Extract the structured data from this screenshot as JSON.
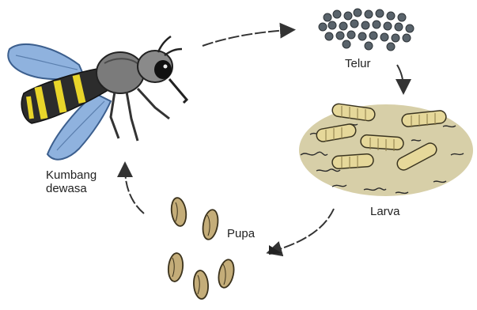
{
  "stages": {
    "egg": {
      "label": "Telur"
    },
    "larva": {
      "label": "Larva"
    },
    "pupa": {
      "label": "Pupa"
    },
    "adult": {
      "label_line1": "Kumbang",
      "label_line2": "dewasa"
    }
  },
  "colors": {
    "wing": "#8fb2de",
    "wing_edge": "#3c5f8e",
    "abdomen_yellow": "#e9d52a",
    "body_dark": "#2c2c2c",
    "body_gray": "#7b7b7b",
    "soil": "#d7cfa8",
    "larva": "#e6d89a",
    "pupa": "#c4ad79",
    "egg": "#59636b",
    "arrow": "#333333"
  }
}
